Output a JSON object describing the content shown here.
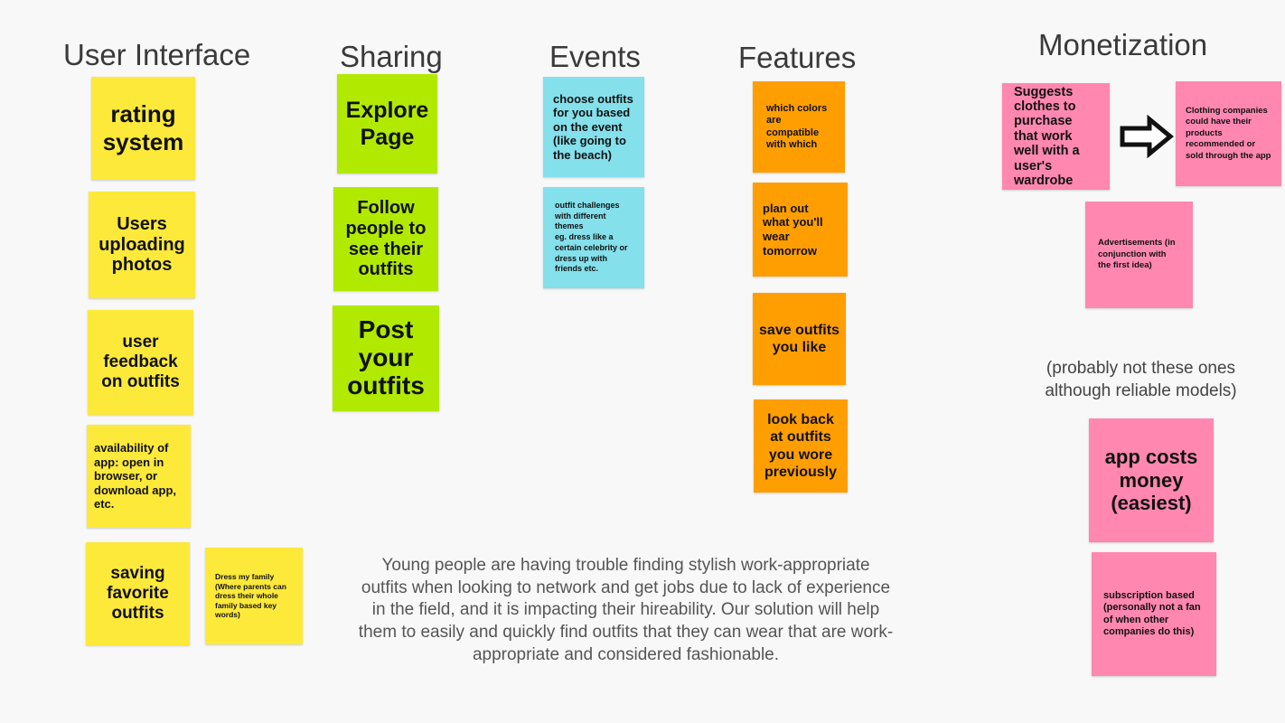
{
  "headings": {
    "user_interface": "User Interface",
    "sharing": "Sharing",
    "events": "Events",
    "features": "Features",
    "monetization": "Monetization"
  },
  "notes": {
    "user_interface": {
      "rating_system": "rating system",
      "users_uploading_photos": "Users uploading photos",
      "user_feedback": "user feedback on outfits",
      "availability": "availability of app: open in browser, or download app, etc.",
      "saving_favorite": "saving favorite outfits",
      "dress_my_family": "Dress my family (Where parents can dress their whole family based key words)"
    },
    "sharing": {
      "explore_page": "Explore Page",
      "follow_people": "Follow people to see their outfits",
      "post_outfits": "Post your outfits"
    },
    "events": {
      "choose_outfits": "choose outfits for you based on the event (like going to the beach)",
      "challenges": "outfit challenges with different themes\neg. dress like a certain celebrity or dress up with friends etc."
    },
    "features": {
      "compatible_colors": "which colors are compatible with which",
      "plan_outfit": "plan out what you'll wear tomorrow",
      "save_outfits": "save outfits you like",
      "look_back": "look back at outfits you wore previously"
    },
    "monetization": {
      "suggests_clothes": "Suggests clothes to purchase that work well with a user's wardrobe",
      "clothing_companies": "Clothing companies could have their products recommended or sold through the app",
      "advertisements": "Advertisements (in conjunction with the first idea)",
      "app_costs": "app costs money (easiest)",
      "subscription": "subscription based (personally not a fan of when other companies do this)"
    }
  },
  "monetization_aside": "(probably not these ones although reliable models)",
  "problem_statement": "Young people are having trouble finding stylish work-appropriate outfits when looking to network and get jobs due to lack of experience in the field, and it is impacting their hireability. Our solution will help them to easily and quickly find outfits that they can wear that are work-appropriate and considered fashionable.",
  "colors": {
    "background": "#f8f8f8",
    "yellow": "#fde93a",
    "green": "#b1ea00",
    "blue": "#84e0eb",
    "orange": "#ff9e00",
    "pink": "#ff87b0"
  }
}
